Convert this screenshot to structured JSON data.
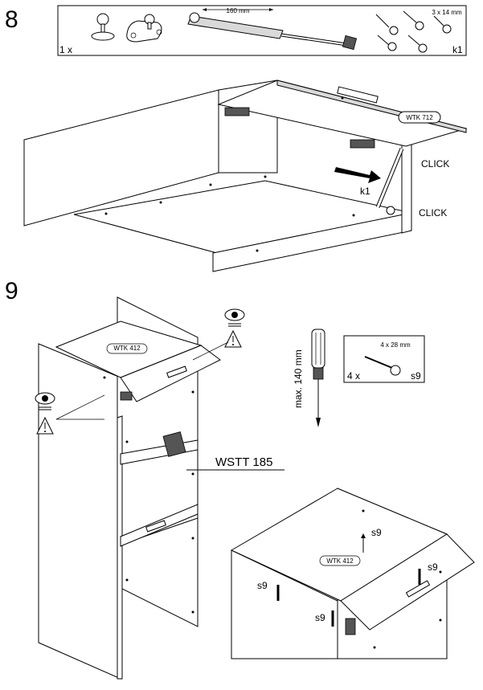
{
  "step8": {
    "number": "8",
    "parts": {
      "quantity": "1 x",
      "strut_length": "160 mm",
      "screw_size": "3 x 14 mm",
      "screw_code": "k1"
    },
    "panel_label": "WTK 712",
    "click_upper": "CLICK",
    "click_lower": "CLICK",
    "arrow_label": "k1"
  },
  "step9": {
    "number": "9",
    "panel_label_top": "WTK 412",
    "tool_note": "max. 140 mm",
    "screw_size": "4 x 28 mm",
    "screw_qty": "4 x",
    "screw_code": "s9",
    "cabinet_label": "WSTT 185",
    "detail_panel_label": "WTK 412",
    "detail_screw_1": "s9",
    "detail_screw_2": "s9",
    "detail_screw_3": "s9",
    "detail_screw_4": "s9"
  },
  "icons": [
    "eye-icon",
    "warning-triangle-icon",
    "screwdriver-icon",
    "screw-icon",
    "gas-strut-icon"
  ]
}
